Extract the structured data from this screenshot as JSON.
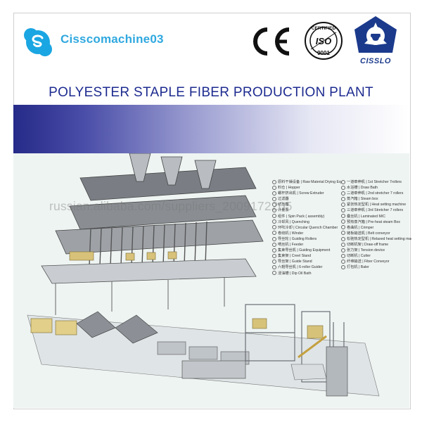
{
  "header": {
    "skype_handle": "Cisscomachine03",
    "ce_mark": "CE",
    "iso_badge": {
      "top": "CERTIFIED",
      "middle": "ISO",
      "bottom": "9001"
    },
    "company_logo_text": "CISSLO"
  },
  "title": "POLYESTER STAPLE FIBER PRODUCTION PLANT",
  "watermark": "russian.alibaba.com/suppliers_2009172205",
  "legend": {
    "column1": [
      "原料干燥设备 | Raw Material Drying Equipment",
      "料仓 | Hopper",
      "螺杆挤出机 | Screw Extruder",
      "过滤器",
      "纺丝箱",
      "计量泵",
      "组件 | Spin Pack ( assembly)",
      "冷却风 | Quenching",
      "环吹冷却 | Circular Quench Chamber",
      "卷绕机 | Winder",
      "导丝轮 | Guiding Rollers",
      "喟丝机 | Feeder",
      "集束导丝机 | Guiding Equipment",
      "集束架 | Creel Stand",
      "导丝架 | Guide Stand",
      "六辊导丝机 | 6-roller Guider",
      "浸油槽 | Dip Oil Bath"
    ],
    "column2": [
      "一道牵伸机 | 1st Stretcher 7rollers",
      "水浴槽 | Draw Bath",
      "二道牵伸机 | 2nd stretcher 7 rollers",
      "蒸汽箱 | Steam box",
      "紧张热定型机 | Heat setting machine",
      "三道牵伸机 | 3rd Stretcher 7 rollers",
      "叠丝机 | Laminated M/C",
      "预热蒸汽箱 | Pre-heat steam Box",
      "卷曲机 | Crimper",
      "链板输送机 | Belt conveyor",
      "松弛热定型机 | Relaxed heat setting machine",
      "切断机架 | Draw-off frame",
      "张力架 | Tension device",
      "切断机 | Cutter",
      "纤维输送 | Fiber Conveyor",
      "打包机 | Baler"
    ]
  },
  "colors": {
    "skype_blue": "#2fa8df",
    "title_blue": "#1d2b8f",
    "band_dark": "#262a88",
    "logo_blue": "#1b3a8c"
  }
}
